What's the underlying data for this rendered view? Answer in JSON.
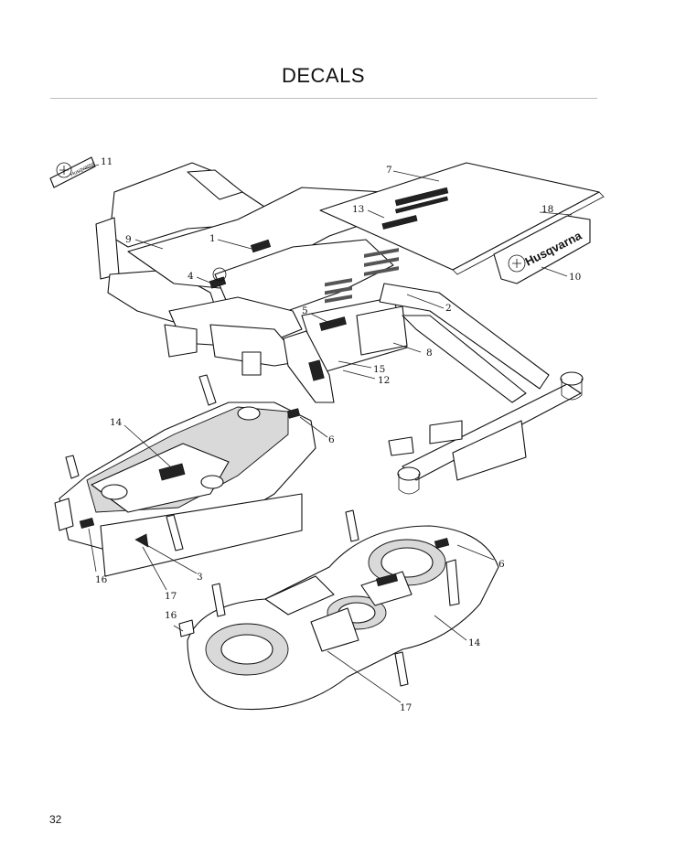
{
  "page": {
    "title": "DECALS",
    "page_number": "32"
  },
  "brand": {
    "logo_text": "Husqvarna",
    "logo_text_small": "Husqvarna"
  },
  "callouts": {
    "c1": "1",
    "c2": "2",
    "c3": "3",
    "c4": "4",
    "c5": "5",
    "c6a": "6",
    "c6b": "6",
    "c7": "7",
    "c8": "8",
    "c9": "9",
    "c10": "10",
    "c11": "11",
    "c12": "12",
    "c13": "13",
    "c14a": "14",
    "c14b": "14",
    "c15": "15",
    "c16a": "16",
    "c16b": "16",
    "c17a": "17",
    "c17b": "17",
    "c18": "18"
  }
}
